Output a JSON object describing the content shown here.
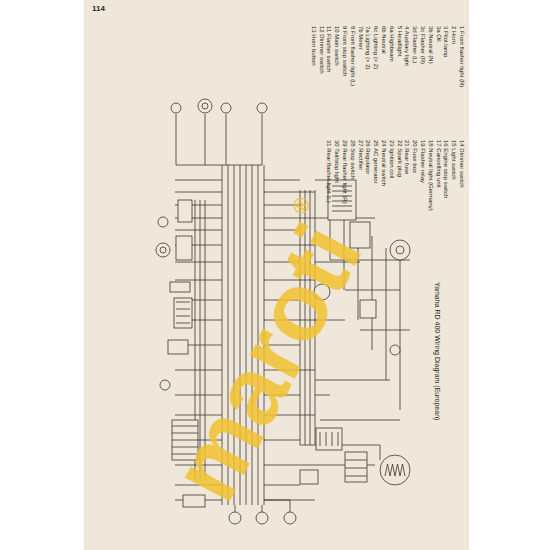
{
  "diagram": {
    "caption": "Yamaha RD 400 Wiring Diagram (European)",
    "labels": [
      "114",
      "1 Front flasher light (R)",
      "2 Horn",
      "3 Pilot lamp",
      "3a Oil",
      "3b Neutral (N)",
      "3c Flasher (R)",
      "3d Flasher (L)",
      "4 Auxiliary light",
      "5 Headlight",
      "6a Highbeam",
      "6b Neutral",
      "6c Lighting (× 2)",
      "7a Lighting (× 2)",
      "7b Meter",
      "8 Front flasher light (L)",
      "9 Front stop switch",
      "10 Main switch",
      "11 Flasher switch",
      "12 Dimmer switch",
      "13 Horn button",
      "14 Dimmer switch",
      "15 Light switch",
      "16 Engine stop switch",
      "17 Cancelling unit",
      "18 Neutral light (Germany)",
      "19 Flasher relay",
      "20 Fuse box",
      "21 Rear fuse",
      "22 Spark plug",
      "23 Ignition coil",
      "24 Neutral switch",
      "25 AC generator",
      "26 Regulator",
      "27 Rectifier",
      "28 Stop switch",
      "29 Rear flasher light (R)",
      "30 Tail/stop light",
      "31 Rear flasher light (L)",
      "maroti",
      "®"
    ]
  }
}
